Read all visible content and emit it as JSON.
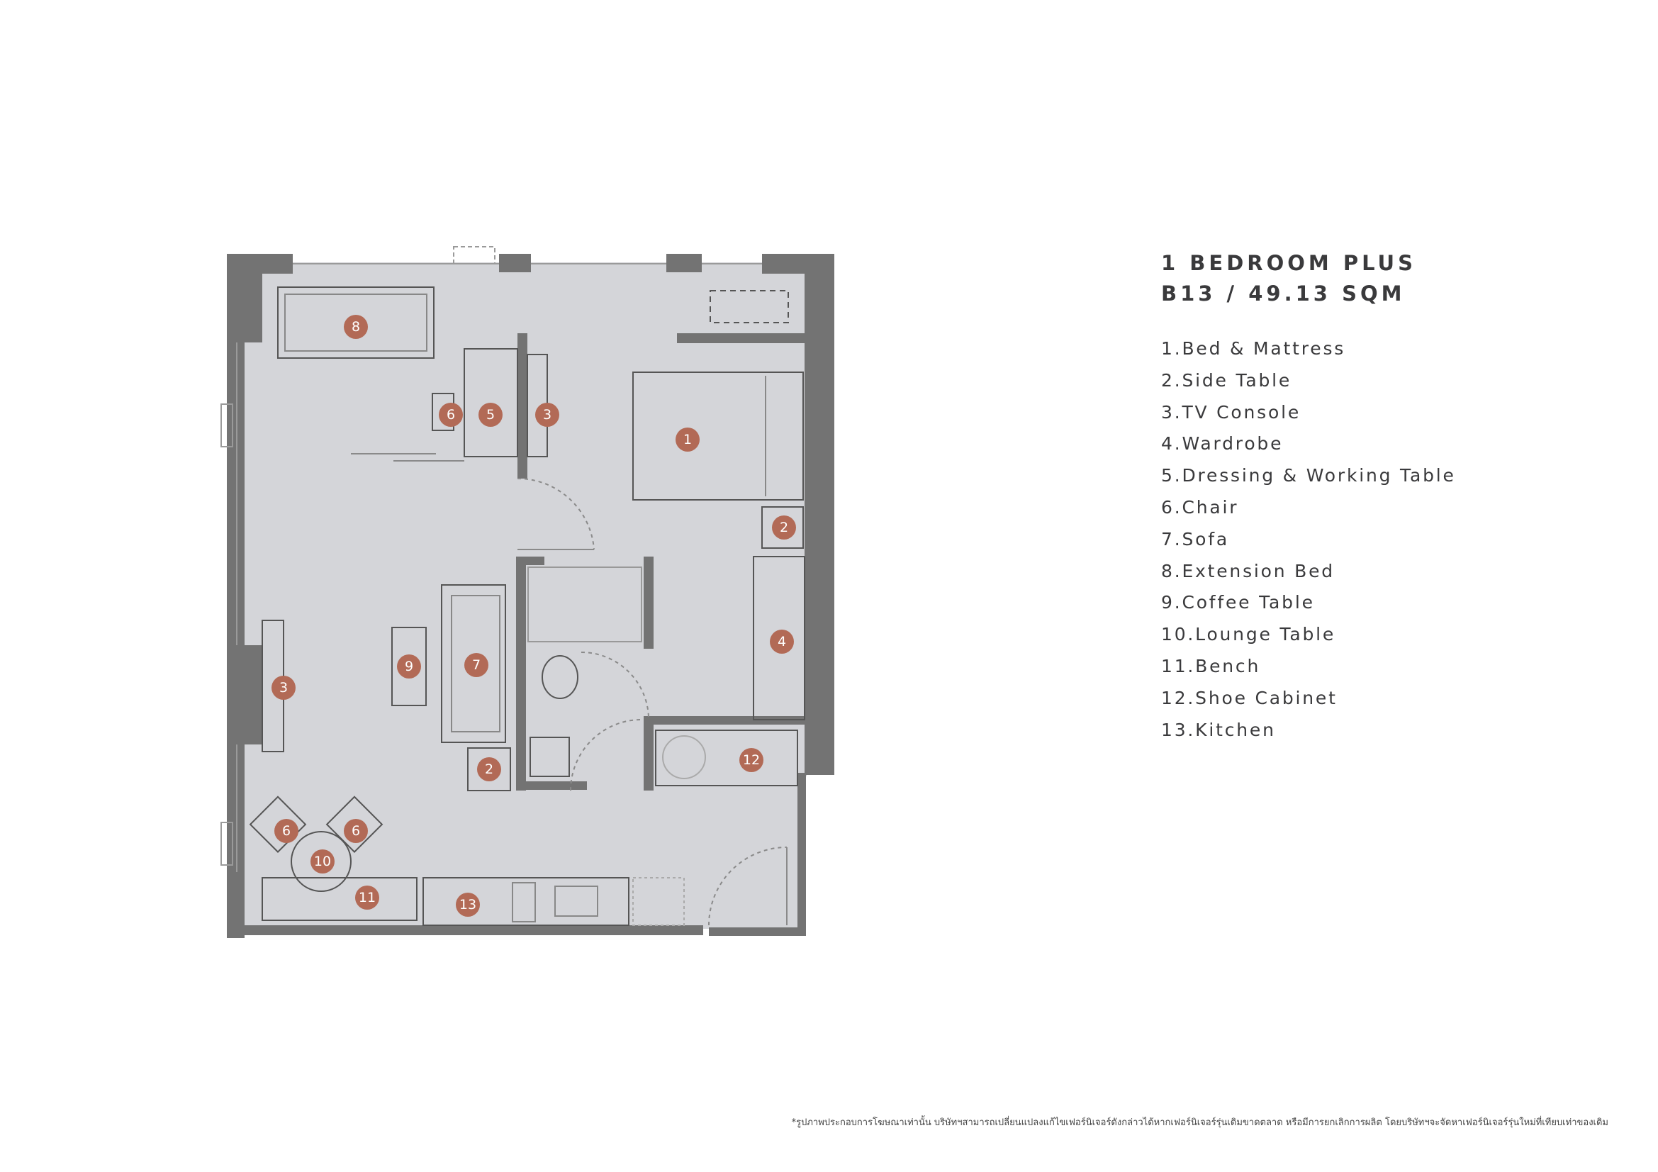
{
  "header": {
    "unit_type": "1 BEDROOM PLUS",
    "unit_code_area": "B13 / 49.13 SQM"
  },
  "legend": [
    "1.Bed & Mattress",
    "2.Side Table",
    "3.TV Console",
    "4.Wardrobe",
    "5.Dressing & Working Table",
    "6.Chair",
    "7.Sofa",
    "8.Extension Bed",
    "9.Coffee Table",
    "10.Lounge Table",
    "11.Bench",
    "12.Shoe Cabinet",
    "13.Kitchen"
  ],
  "markers": [
    "1",
    "2",
    "2",
    "3",
    "3",
    "4",
    "5",
    "6",
    "6",
    "6",
    "7",
    "8",
    "9",
    "10",
    "11",
    "12",
    "13"
  ],
  "footnote": "*รูปภาพประกอบการโฆษณาเท่านั้น บริษัทฯสามารถเปลี่ยนแปลงแก้ไขเฟอร์นิเจอร์ดังกล่าวได้หากเฟอร์นิเจอร์รุ่นเดิมขาดตลาด หรือมีการยกเลิกการผลิต โดยบริษัทฯจะจัดหาเฟอร์นิเจอร์รุ่นใหม่ที่เทียบเท่าของเดิม",
  "colors": {
    "floor": "#d4d5d9",
    "wall": "#737373",
    "marker": "#b26a56",
    "text": "#3a3a3c"
  }
}
